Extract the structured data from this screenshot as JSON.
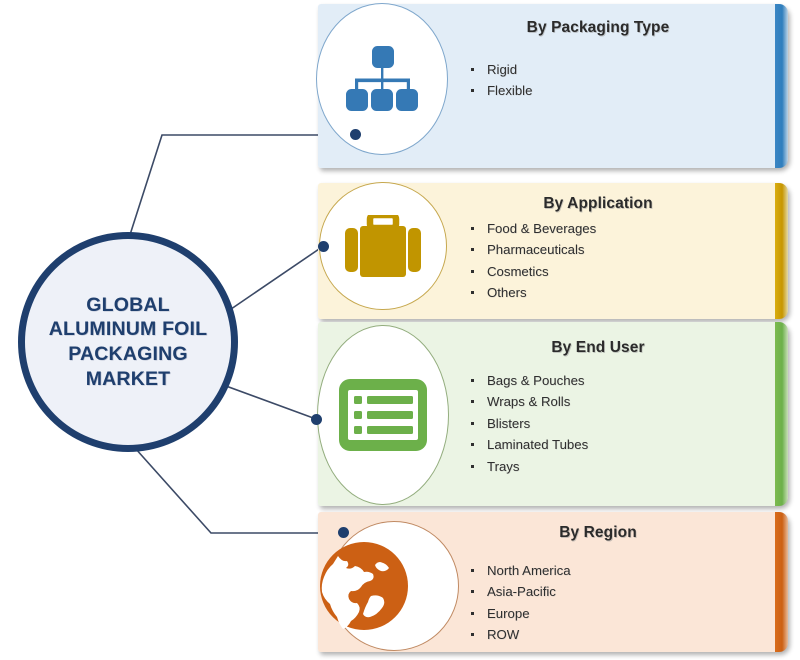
{
  "hub": {
    "label": "GLOBAL\nALUMINUM FOIL\nPACKAGING\nMARKET",
    "fill": "#eef1f8",
    "stroke": "#1f3f6e"
  },
  "connector_color": "#3c4a66",
  "node_dot_color": "#1f3f6e",
  "segments": [
    {
      "id": "packaging-type",
      "title": "By Packaging Type",
      "icon": "hierarchy-icon",
      "accent": "#2f7ebd",
      "edge": "#2f7ebd",
      "background": "#e2edf7",
      "disc_stroke": "#7fa7cc",
      "items": [
        "Rigid",
        "Flexible"
      ]
    },
    {
      "id": "application",
      "title": "By Application",
      "icon": "briefcase-icon",
      "accent": "#c19500",
      "edge": "#d0a40a",
      "background": "#fcf3da",
      "disc_stroke": "#c6a84f",
      "items": [
        "Food & Beverages",
        "Pharmaceuticals",
        "Cosmetics",
        "Others"
      ]
    },
    {
      "id": "end-user",
      "title": "By End User",
      "icon": "list-icon",
      "accent": "#6cb04a",
      "edge": "#76b24b",
      "background": "#ebf4e4",
      "disc_stroke": "#93ad7e",
      "items": [
        "Bags & Pouches",
        "Wraps & Rolls",
        "Blisters",
        "Laminated Tubes",
        "Trays"
      ]
    },
    {
      "id": "region",
      "title": "By Region",
      "icon": "globe-icon",
      "accent": "#cc6014",
      "edge": "#cf6416",
      "background": "#fbe6d7",
      "disc_stroke": "#c08a63",
      "items": [
        "North America",
        "Asia-Pacific",
        "Europe",
        "ROW"
      ]
    }
  ]
}
